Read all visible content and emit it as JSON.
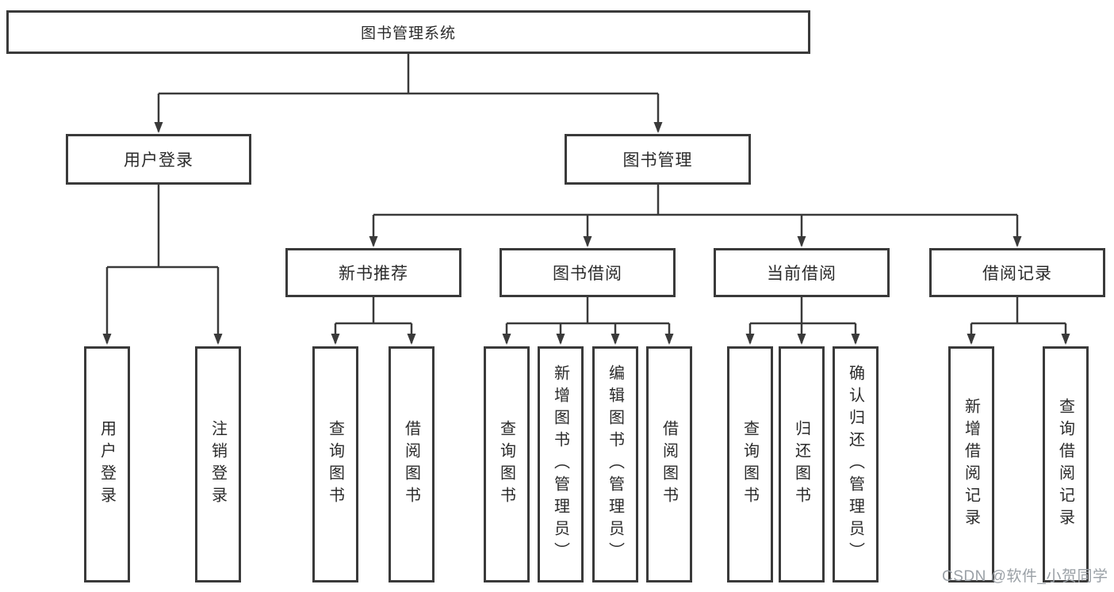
{
  "page": {
    "background": "#ffffff"
  },
  "colors": {
    "line": "#3a3a3a",
    "box_border": "#3a3a3a",
    "text": "#2b2b2b",
    "watermark_text": "#9aa0a6"
  },
  "nodes": {
    "root": {
      "label": "图书管理系统"
    },
    "level2": [
      {
        "label": "用户登录"
      },
      {
        "label": "图书管理"
      }
    ],
    "level3": [
      {
        "label": "新书推荐",
        "parent": "图书管理"
      },
      {
        "label": "图书借阅",
        "parent": "图书管理"
      },
      {
        "label": "当前借阅",
        "parent": "图书管理"
      },
      {
        "label": "借阅记录",
        "parent": "图书管理"
      }
    ],
    "leaves": [
      {
        "label": "用户登录",
        "parent": "用户登录"
      },
      {
        "label": "注销登录",
        "parent": "用户登录"
      },
      {
        "label": "查询图书",
        "parent": "新书推荐"
      },
      {
        "label": "借阅图书",
        "parent": "新书推荐"
      },
      {
        "label": "查询图书",
        "parent": "图书借阅"
      },
      {
        "label": "新增图书（管理员）",
        "parent": "图书借阅"
      },
      {
        "label": "编辑图书（管理员）",
        "parent": "图书借阅"
      },
      {
        "label": "借阅图书",
        "parent": "图书借阅"
      },
      {
        "label": "查询图书",
        "parent": "当前借阅"
      },
      {
        "label": "归还图书",
        "parent": "当前借阅"
      },
      {
        "label": "确认归还（管理员）",
        "parent": "当前借阅"
      },
      {
        "label": "新增借阅记录",
        "parent": "借阅记录"
      },
      {
        "label": "查询借阅记录",
        "parent": "借阅记录"
      }
    ]
  },
  "watermark": {
    "text": "CSDN @软件_小贺同学"
  }
}
